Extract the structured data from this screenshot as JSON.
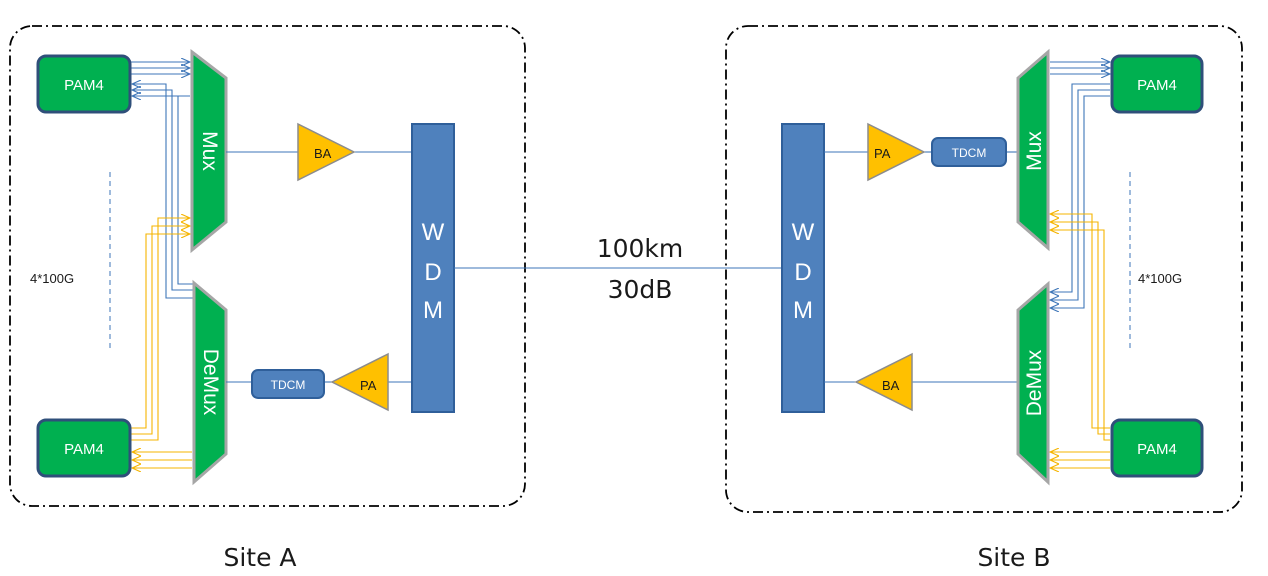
{
  "site_a": {
    "label": "Site A",
    "transceiver_top": "PAM4",
    "transceiver_bottom": "PAM4",
    "mux": "Mux",
    "demux": "DeMux",
    "booster": "BA",
    "preamp": "PA",
    "tdcm": "TDCM",
    "wdm": [
      "W",
      "D",
      "M"
    ],
    "capacity": "4*100G"
  },
  "site_b": {
    "label": "Site B",
    "transceiver_top": "PAM4",
    "transceiver_bottom": "PAM4",
    "mux": "Mux",
    "demux": "DeMux",
    "booster": "BA",
    "preamp": "PA",
    "tdcm": "TDCM",
    "wdm": [
      "W",
      "D",
      "M"
    ],
    "capacity": "4*100G"
  },
  "link": {
    "distance": "100km",
    "loss": "30dB"
  },
  "colors": {
    "transceiver": "#00b050",
    "transceiver_border": "#2f4f7a",
    "mux_fill": "#00b050",
    "mux_border": "#a6a6a6",
    "amplifier": "#ffc000",
    "amplifier_border": "#8c8c8c",
    "wdm_fill": "#4f81bd",
    "wdm_border": "#2f5f9a",
    "tdcm_fill": "#4f81bd",
    "tx_line": "#3e76b8",
    "rx_line": "#f5b400",
    "fiber_line": "#3e76b8"
  }
}
